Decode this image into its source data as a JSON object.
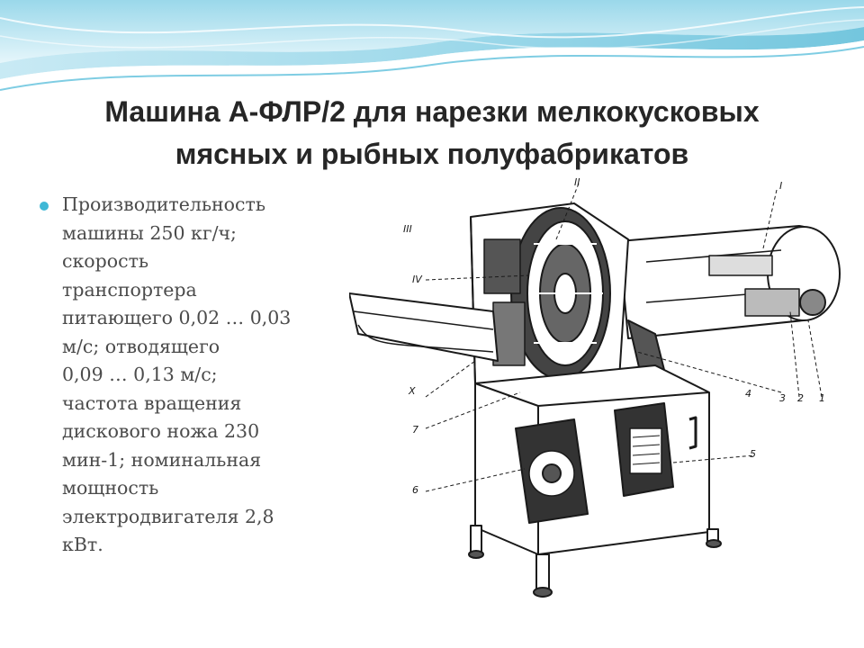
{
  "slide": {
    "title_lines": [
      "Машина А-ФЛР/2 для нарезки мелкокусковых",
      "мясных и рыбных полуфабрикатов"
    ],
    "bullet_lines": [
      "Производительность",
      "машины 250 кг/ч;",
      "скорость",
      "транспортера",
      "питающего 0,02 … 0,03",
      "м/с; отводящего",
      "0,09 … 0,13 м/с;",
      "частота вращения",
      "дискового ножа 230",
      "мин-1; номинальная",
      "мощность",
      "электродвигателя 2,8",
      "кВт."
    ],
    "figure_labels": [
      "II",
      "III",
      "IV",
      "I",
      "X",
      "7",
      "6",
      "5",
      "4",
      "3",
      "2",
      "1"
    ]
  },
  "colors": {
    "title": "#262626",
    "body_text": "#4b4b4b",
    "bullet": "#3fb8d6",
    "wave_light": "#d4eef6",
    "wave_mid": "#7fcde3",
    "wave_dark": "#3aa9c8"
  }
}
